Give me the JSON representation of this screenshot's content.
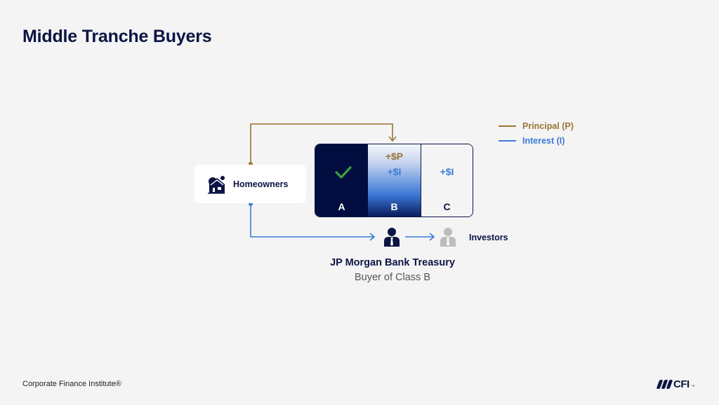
{
  "title": "Middle Tranche Buyers",
  "footer": "Corporate Finance Institute®",
  "logo": {
    "text": "CFI",
    "tm": "™"
  },
  "colors": {
    "navy": "#0b1443",
    "principal": "#9a7534",
    "interest": "#3a7bd5",
    "check": "#3aa23a",
    "investor_grey": "#bdbdbd"
  },
  "legend": [
    {
      "label": "Principal (P)",
      "color": "#9a7534"
    },
    {
      "label": "Interest (I)",
      "color": "#3a7bd5"
    }
  ],
  "homeowners": {
    "label": "Homeowners",
    "icon": "house-icon"
  },
  "tranches": [
    {
      "label": "A",
      "status": "check-icon"
    },
    {
      "label": "B",
      "principal": "+$P",
      "interest": "+$I"
    },
    {
      "label": "C",
      "interest": "+$I"
    }
  ],
  "buyer": {
    "name": "JP Morgan Bank Treasury",
    "subtitle": "Buyer of Class B"
  },
  "investors": {
    "label": "Investors"
  }
}
